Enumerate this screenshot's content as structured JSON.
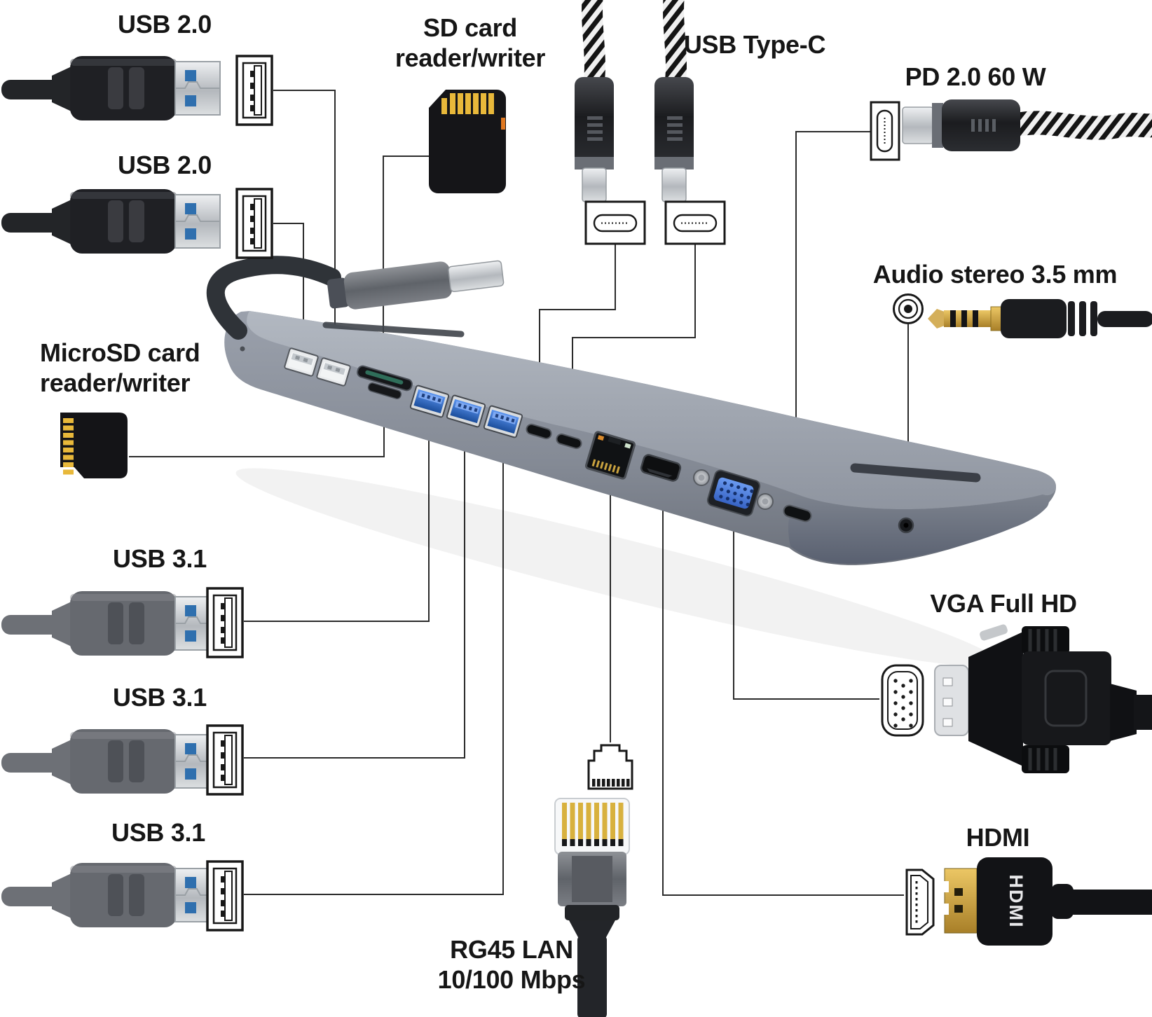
{
  "diagram": {
    "type": "product-connectivity-diagram",
    "subject": "USB Type-C multi-port docking station"
  },
  "labels": {
    "usb2_port1": "USB 2.0",
    "usb2_port2": "USB 2.0",
    "sd_reader_line1": "SD card",
    "sd_reader_line2": "reader/writer",
    "usb_type_c": "USB Type-C",
    "power_delivery": "PD 2.0 60 W",
    "audio": "Audio stereo 3.5 mm",
    "microsd_line1": "MicroSD card",
    "microsd_line2": "reader/writer",
    "usb31_port1": "USB 3.1",
    "usb31_port2": "USB 3.1",
    "usb31_port3": "USB 3.1",
    "lan_line1": "RG45 LAN",
    "lan_line2": "10/100 Mbps",
    "vga": "VGA Full HD",
    "hdmi": "HDMI"
  },
  "plug_markings": {
    "hdmi_plug": "HDMI"
  },
  "colors": {
    "line": "#2b2b2b",
    "hub_body_gray": "#878d97",
    "usb3_port_blue": "#2e6fd0",
    "vga_port_blue": "#4f86e0",
    "gold_pins": "#e0b342",
    "braid_dark": "#141414",
    "braid_light": "#f0f0f0",
    "label_text": "#161616"
  }
}
